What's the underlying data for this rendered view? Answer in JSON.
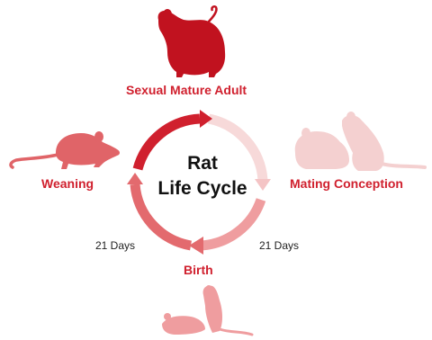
{
  "diagram": {
    "center_title_line1": "Rat",
    "center_title_line2": "Life Cycle",
    "stages": {
      "top": "Sexual Mature Adult",
      "left": "Weaning",
      "right": "Mating Conception",
      "bottom": "Birth"
    },
    "durations": {
      "left": "21 Days",
      "right": "21 Days"
    },
    "colors": {
      "primary": "#d0202e",
      "mid": "#e36a6e",
      "light": "#f2c7c7",
      "pale": "#f7d9d9"
    }
  }
}
